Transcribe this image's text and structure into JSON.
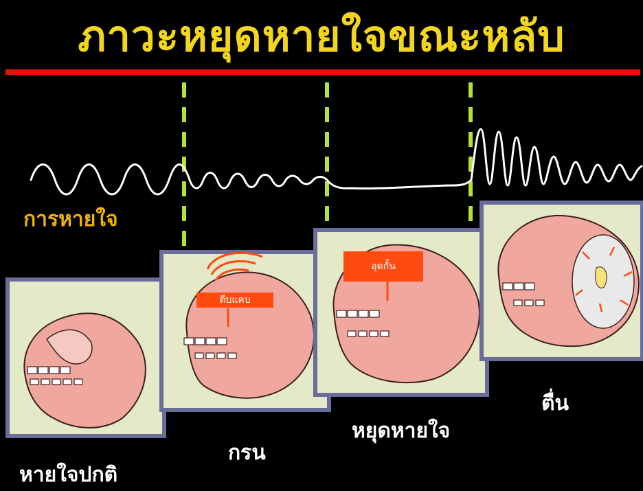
{
  "title": "ภาวะหยุดหายใจขณะหลับ",
  "breathing_label": "การหายใจ",
  "stages": [
    {
      "label": "หายใจปกติ"
    },
    {
      "label": "กรน",
      "tag": "ตีบแคบ"
    },
    {
      "label": "หยุดหายใจ",
      "tag": "อุดกั้น"
    },
    {
      "label": "ตื่น"
    }
  ],
  "colors": {
    "background": "#000000",
    "title": "#f2d51f",
    "red_line": "#e3120b",
    "divider": "#b4e23c",
    "wave": "#ffffff",
    "breathing_label": "#f0b400",
    "panel_fill": "#e4e9c8",
    "panel_border": "#6a6c9a",
    "tag_fill": "#ff4a10"
  }
}
